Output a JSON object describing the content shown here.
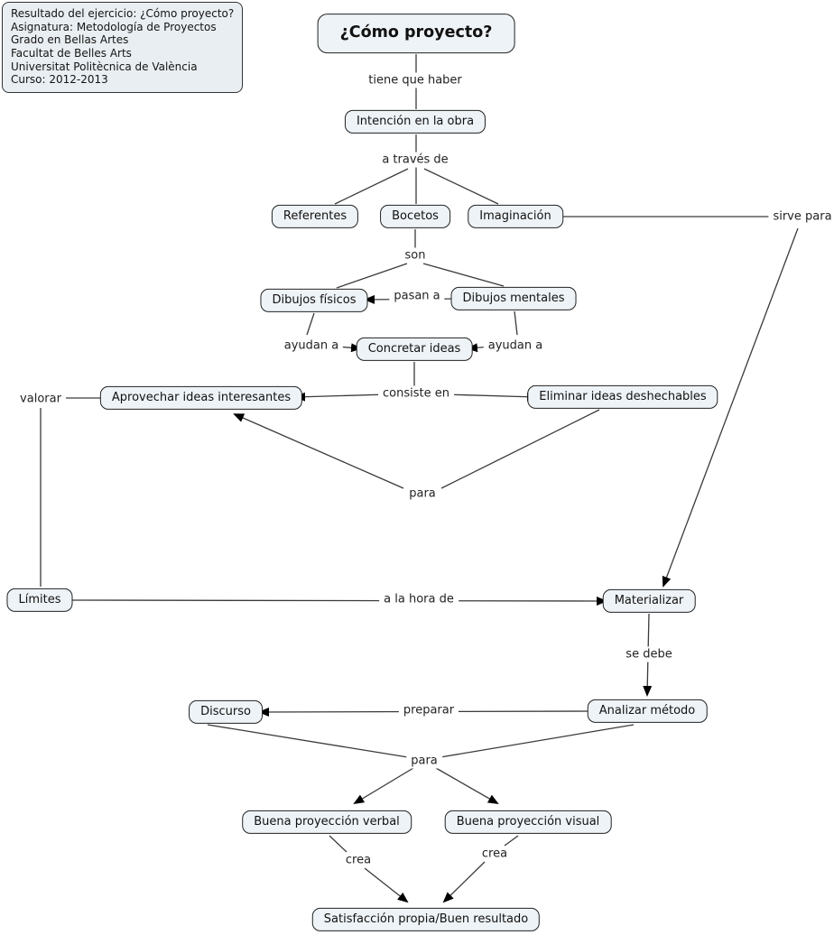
{
  "colors": {
    "node_fill": "#eef3f7",
    "node_border": "#222222",
    "info_fill": "#e9eef2",
    "line": "#3a3a3a"
  },
  "info_box": {
    "lines": [
      "Resultado del ejercicio: ¿Cómo proyecto?",
      "Asignatura: Metodología de Proyectos",
      "Grado en Bellas Artes",
      "Facultat de Belles Arts",
      "Universitat Politècnica de València",
      "Curso: 2012-2013"
    ]
  },
  "nodes": {
    "title": {
      "label": "¿Cómo proyecto?"
    },
    "intencion": {
      "label": "Intención en la obra"
    },
    "referentes": {
      "label": "Referentes"
    },
    "bocetos": {
      "label": "Bocetos"
    },
    "imaginacion": {
      "label": "Imaginación"
    },
    "dibujos_fisicos": {
      "label": "Dibujos físicos"
    },
    "dibujos_mentales": {
      "label": "Dibujos mentales"
    },
    "concretar": {
      "label": "Concretar ideas"
    },
    "aprovechar": {
      "label": "Aprovechar ideas interesantes"
    },
    "eliminar": {
      "label": "Eliminar ideas deshechables"
    },
    "limites": {
      "label": "Límites"
    },
    "materializar": {
      "label": "Materializar"
    },
    "discurso": {
      "label": "Discurso"
    },
    "analizar": {
      "label": "Analizar método"
    },
    "verbal": {
      "label": "Buena proyección verbal"
    },
    "visual": {
      "label": "Buena proyección visual"
    },
    "satisfaccion": {
      "label": "Satisfacción propia/Buen resultado"
    }
  },
  "labels": {
    "tiene_que_haber": "tiene que haber",
    "a_traves_de": "a través de",
    "sirve_para": "sirve para",
    "son": "son",
    "pasan_a": "pasan a",
    "ayudan_a_izq": "ayudan a",
    "ayudan_a_der": "ayudan a",
    "consiste_en": "consiste en",
    "valorar": "valorar",
    "para_1": "para",
    "a_la_hora_de": "a la hora de",
    "se_debe": "se debe",
    "preparar": "preparar",
    "para_2": "para",
    "crea_izq": "crea",
    "crea_der": "crea"
  },
  "edges": [
    {
      "from": "title",
      "label": "tiene que haber",
      "to": "intencion",
      "arrow": false
    },
    {
      "from": "intencion",
      "label": "a través de",
      "to": "referentes",
      "arrow": false
    },
    {
      "from": "intencion",
      "label": "a través de",
      "to": "bocetos",
      "arrow": false
    },
    {
      "from": "intencion",
      "label": "a través de",
      "to": "imaginacion",
      "arrow": false
    },
    {
      "from": "imaginacion",
      "label": "sirve para",
      "to": "materializar",
      "arrow": true
    },
    {
      "from": "bocetos",
      "label": "son",
      "to": "dibujos_fisicos",
      "arrow": false
    },
    {
      "from": "bocetos",
      "label": "son",
      "to": "dibujos_mentales",
      "arrow": false
    },
    {
      "from": "dibujos_mentales",
      "label": "pasan a",
      "to": "dibujos_fisicos",
      "arrow": true
    },
    {
      "from": "dibujos_fisicos",
      "label": "ayudan a",
      "to": "concretar",
      "arrow": true
    },
    {
      "from": "dibujos_mentales",
      "label": "ayudan a",
      "to": "concretar",
      "arrow": true
    },
    {
      "from": "concretar",
      "label": "consiste en",
      "to": "aprovechar",
      "arrow": true
    },
    {
      "from": "concretar",
      "label": "consiste en",
      "to": "eliminar",
      "arrow": true
    },
    {
      "from": "eliminar",
      "label": "para",
      "to": "aprovechar",
      "arrow": true
    },
    {
      "from": "aprovechar",
      "label": "valorar",
      "to": "limites",
      "arrow": false
    },
    {
      "from": "limites",
      "label": "a la hora de",
      "to": "materializar",
      "arrow": true
    },
    {
      "from": "materializar",
      "label": "se debe",
      "to": "analizar",
      "arrow": true
    },
    {
      "from": "analizar",
      "label": "preparar",
      "to": "discurso",
      "arrow": true
    },
    {
      "from": "discurso",
      "label": "para",
      "to": "verbal",
      "arrow": true
    },
    {
      "from": "analizar",
      "label": "para",
      "to": "visual",
      "arrow": true
    },
    {
      "from": "verbal",
      "label": "crea",
      "to": "satisfaccion",
      "arrow": true
    },
    {
      "from": "visual",
      "label": "crea",
      "to": "satisfaccion",
      "arrow": true
    }
  ]
}
